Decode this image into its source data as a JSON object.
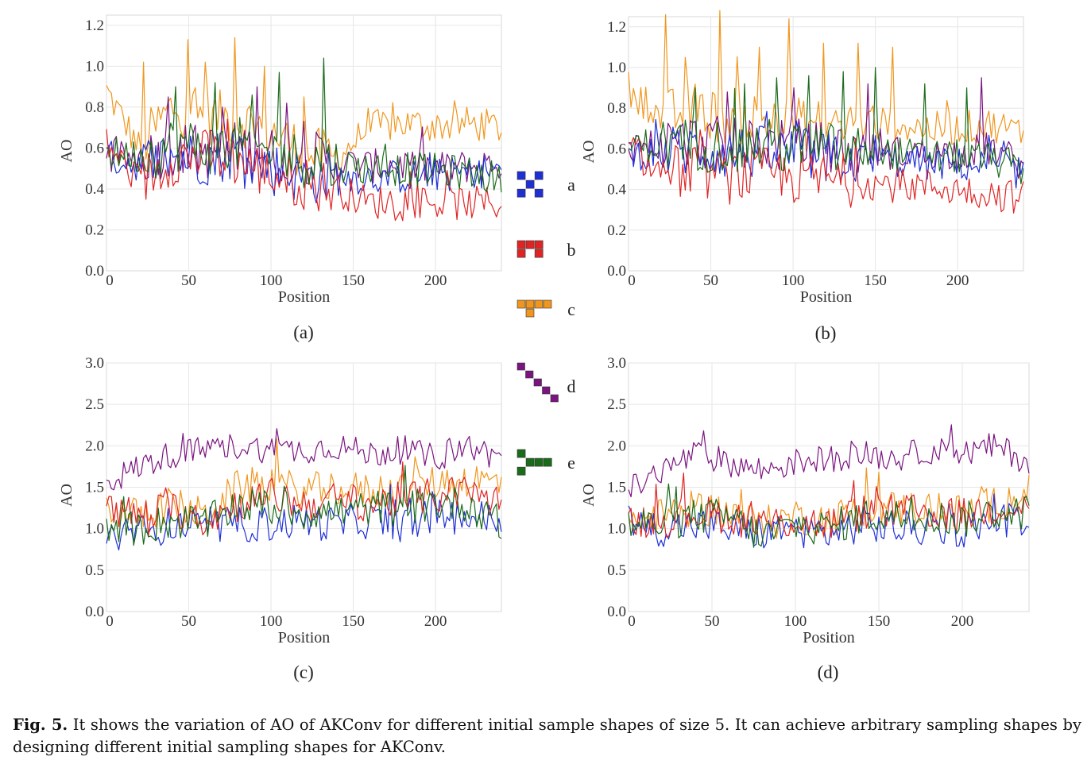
{
  "colors": {
    "a": "#1f2fd6",
    "b": "#e02424",
    "c": "#f0961e",
    "d": "#7b1480",
    "e": "#1a6b1a"
  },
  "legend": [
    {
      "key": "a",
      "label": "a",
      "shape_icon": "x-pattern-5-squares"
    },
    {
      "key": "b",
      "label": "b",
      "shape_icon": "arch-pattern-5-squares"
    },
    {
      "key": "c",
      "label": "c",
      "shape_icon": "t-pattern-5-squares"
    },
    {
      "key": "d",
      "label": "d",
      "shape_icon": "diagonal-5-squares"
    },
    {
      "key": "e",
      "label": "e",
      "shape_icon": "step-pattern-5-squares"
    }
  ],
  "caption": {
    "label": "Fig. 5.",
    "text": "It shows the variation of AO of AKConv for different initial sample shapes of size 5. It can achieve arbitrary sampling shapes by designing different initial sampling shapes for AKConv."
  },
  "chart_data": [
    {
      "panel": "(a)",
      "type": "line",
      "xlabel": "Position",
      "ylabel": "AO",
      "xlim": [
        0,
        240
      ],
      "ylim": [
        0,
        1.25
      ],
      "xticks": [
        0,
        50,
        100,
        150,
        200
      ],
      "yticks": [
        0.0,
        0.2,
        0.4,
        0.6,
        0.8,
        1.0,
        1.2
      ],
      "grid": true,
      "x": [
        0,
        20,
        40,
        60,
        80,
        100,
        120,
        140,
        160,
        180,
        200,
        220,
        240
      ],
      "series": [
        {
          "key": "a",
          "values": [
            0.56,
            0.52,
            0.56,
            0.55,
            0.58,
            0.5,
            0.46,
            0.45,
            0.46,
            0.46,
            0.47,
            0.48,
            0.5
          ]
        },
        {
          "key": "b",
          "values": [
            0.62,
            0.43,
            0.55,
            0.56,
            0.54,
            0.47,
            0.43,
            0.4,
            0.33,
            0.35,
            0.33,
            0.33,
            0.33
          ]
        },
        {
          "key": "c",
          "values": [
            0.88,
            0.6,
            0.8,
            0.75,
            0.75,
            0.68,
            0.58,
            0.55,
            0.7,
            0.72,
            0.71,
            0.72,
            0.7
          ]
        },
        {
          "key": "d",
          "values": [
            0.55,
            0.55,
            0.6,
            0.58,
            0.6,
            0.57,
            0.56,
            0.53,
            0.51,
            0.52,
            0.5,
            0.51,
            0.52
          ]
        },
        {
          "key": "e",
          "values": [
            0.58,
            0.56,
            0.62,
            0.6,
            0.62,
            0.58,
            0.54,
            0.52,
            0.5,
            0.5,
            0.49,
            0.48,
            0.45
          ]
        }
      ],
      "spikes": [
        {
          "key": "c",
          "x": [
            23,
            50,
            60,
            78,
            96,
            120
          ],
          "y": [
            1.02,
            1.13,
            1.02,
            1.14,
            1.0,
            0.85
          ]
        },
        {
          "key": "e",
          "x": [
            42,
            66,
            88,
            105,
            132
          ],
          "y": [
            0.9,
            0.92,
            0.86,
            0.97,
            1.04
          ]
        },
        {
          "key": "d",
          "x": [
            37,
            70,
            92,
            110
          ],
          "y": [
            0.85,
            0.8,
            0.9,
            0.82
          ]
        }
      ]
    },
    {
      "panel": "(b)",
      "type": "line",
      "xlabel": "Position",
      "ylabel": "AO",
      "xlim": [
        0,
        240
      ],
      "ylim": [
        0,
        1.25
      ],
      "xticks": [
        0,
        50,
        100,
        150,
        200
      ],
      "yticks": [
        0.0,
        0.2,
        0.4,
        0.6,
        0.8,
        1.0,
        1.2
      ],
      "grid": true,
      "x": [
        0,
        20,
        40,
        60,
        80,
        100,
        120,
        140,
        160,
        180,
        200,
        220,
        240
      ],
      "series": [
        {
          "key": "a",
          "values": [
            0.58,
            0.58,
            0.6,
            0.58,
            0.58,
            0.58,
            0.56,
            0.55,
            0.54,
            0.53,
            0.52,
            0.52,
            0.48
          ]
        },
        {
          "key": "b",
          "values": [
            0.6,
            0.48,
            0.5,
            0.46,
            0.48,
            0.46,
            0.45,
            0.44,
            0.42,
            0.42,
            0.4,
            0.38,
            0.36
          ]
        },
        {
          "key": "c",
          "values": [
            0.9,
            0.75,
            0.8,
            0.75,
            0.75,
            0.72,
            0.72,
            0.72,
            0.72,
            0.7,
            0.7,
            0.72,
            0.68
          ]
        },
        {
          "key": "d",
          "values": [
            0.62,
            0.62,
            0.64,
            0.62,
            0.62,
            0.62,
            0.6,
            0.6,
            0.58,
            0.58,
            0.58,
            0.6,
            0.52
          ]
        },
        {
          "key": "e",
          "values": [
            0.62,
            0.62,
            0.62,
            0.62,
            0.62,
            0.6,
            0.6,
            0.58,
            0.58,
            0.56,
            0.56,
            0.55,
            0.5
          ]
        }
      ],
      "spikes": [
        {
          "key": "c",
          "x": [
            22,
            34,
            55,
            80,
            98,
            118,
            140,
            160
          ],
          "y": [
            1.26,
            1.05,
            1.28,
            1.1,
            1.24,
            1.12,
            1.12,
            1.1
          ]
        },
        {
          "key": "e",
          "x": [
            40,
            70,
            90,
            110,
            130,
            150,
            180,
            205
          ],
          "y": [
            0.9,
            0.92,
            0.95,
            0.96,
            0.98,
            1.0,
            0.92,
            0.9
          ]
        },
        {
          "key": "d",
          "x": [
            60,
            100,
            145,
            215
          ],
          "y": [
            0.88,
            0.9,
            0.92,
            0.95
          ]
        }
      ]
    },
    {
      "panel": "(c)",
      "type": "line",
      "xlabel": "Position",
      "ylabel": "AO",
      "xlim": [
        0,
        240
      ],
      "ylim": [
        0,
        3.0
      ],
      "xticks": [
        0,
        50,
        100,
        150,
        200
      ],
      "yticks": [
        0.0,
        0.5,
        1.0,
        1.5,
        2.0,
        2.5,
        3.0
      ],
      "grid": true,
      "x": [
        0,
        20,
        40,
        60,
        80,
        100,
        120,
        140,
        160,
        180,
        200,
        220,
        240
      ],
      "series": [
        {
          "key": "a",
          "values": [
            0.9,
            0.95,
            1.05,
            1.0,
            1.05,
            1.05,
            1.1,
            1.05,
            1.1,
            1.05,
            1.15,
            1.15,
            1.1
          ]
        },
        {
          "key": "b",
          "values": [
            1.25,
            1.15,
            1.25,
            1.1,
            1.3,
            1.4,
            1.3,
            1.35,
            1.3,
            1.35,
            1.4,
            1.45,
            1.3
          ]
        },
        {
          "key": "c",
          "values": [
            1.25,
            1.15,
            1.3,
            1.15,
            1.5,
            1.55,
            1.45,
            1.5,
            1.45,
            1.5,
            1.55,
            1.6,
            1.55
          ]
        },
        {
          "key": "d",
          "values": [
            1.55,
            1.75,
            1.9,
            1.95,
            2.0,
            1.95,
            1.95,
            2.0,
            1.9,
            1.95,
            1.85,
            2.0,
            1.85
          ]
        },
        {
          "key": "e",
          "values": [
            1.0,
            1.0,
            1.1,
            1.05,
            1.3,
            1.25,
            1.2,
            1.2,
            1.25,
            1.25,
            1.3,
            1.3,
            1.05
          ]
        }
      ]
    },
    {
      "panel": "(d)",
      "type": "line",
      "xlabel": "Position",
      "ylabel": "AO",
      "xlim": [
        0,
        240
      ],
      "ylim": [
        0,
        3.0
      ],
      "xticks": [
        0,
        50,
        100,
        150,
        200
      ],
      "yticks": [
        0.0,
        0.5,
        1.0,
        1.5,
        2.0,
        2.5,
        3.0
      ],
      "grid": true,
      "x": [
        0,
        20,
        40,
        60,
        80,
        100,
        120,
        140,
        160,
        180,
        200,
        220,
        240
      ],
      "series": [
        {
          "key": "a",
          "values": [
            1.05,
            1.0,
            1.05,
            1.0,
            0.95,
            1.0,
            0.95,
            1.05,
            1.0,
            1.0,
            1.0,
            1.1,
            1.15
          ]
        },
        {
          "key": "b",
          "values": [
            1.1,
            1.1,
            1.2,
            1.15,
            1.05,
            1.1,
            1.05,
            1.2,
            1.2,
            1.2,
            1.15,
            1.25,
            1.3
          ]
        },
        {
          "key": "c",
          "values": [
            1.1,
            1.15,
            1.25,
            1.2,
            1.05,
            1.15,
            1.1,
            1.25,
            1.25,
            1.25,
            1.2,
            1.3,
            1.45
          ]
        },
        {
          "key": "d",
          "values": [
            1.45,
            1.7,
            1.9,
            1.8,
            1.7,
            1.8,
            1.85,
            1.9,
            1.85,
            1.95,
            1.9,
            2.0,
            1.8
          ]
        },
        {
          "key": "e",
          "values": [
            1.05,
            1.05,
            1.15,
            1.15,
            0.9,
            1.05,
            1.0,
            1.15,
            1.15,
            1.15,
            1.1,
            1.2,
            1.2
          ]
        }
      ]
    }
  ]
}
